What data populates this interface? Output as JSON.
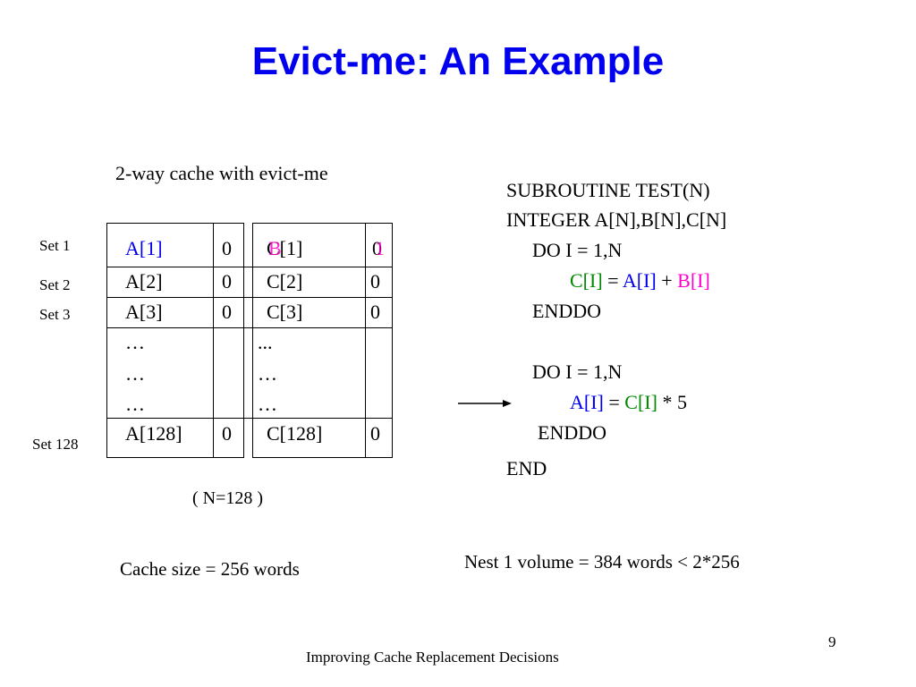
{
  "slide": {
    "title": "Evict-me: An Example",
    "page_number": "9",
    "footer": "Improving Cache Replacement Decisions"
  },
  "cache": {
    "caption": "2-way cache with evict-me",
    "set_labels": [
      "Set 1",
      "Set 2",
      "Set 3",
      "Set 128"
    ],
    "left_way": {
      "rows": [
        "A[1]",
        "A[2]",
        "A[3]",
        "…",
        "…",
        "…",
        "A[128]"
      ],
      "bits": [
        "0",
        "0",
        "0",
        "0"
      ]
    },
    "right_way": {
      "row1_old": "C[1]",
      "row1_new_letter": "B",
      "rows": [
        "C[2]",
        "C[3]",
        "...",
        "…",
        "…",
        "C[128]"
      ],
      "bit1_old": "0",
      "bit1_new": "1",
      "bits": [
        "0",
        "0",
        "0"
      ]
    },
    "n_note": "( N=128 )",
    "size_note": "Cache size = 256 words"
  },
  "code": {
    "line1": "SUBROUTINE TEST(N)",
    "line2": "INTEGER A[N],B[N],C[N]",
    "line3": "DO I = 1,N",
    "line4_c": "C[I]",
    "line4_eq": " = ",
    "line4_a": "A[I]",
    "line4_plus": " + ",
    "line4_b": "B[I]",
    "line5": "ENDDO",
    "line6": "DO I = 1,N",
    "line7_a": "A[I]",
    "line7_eq": " = ",
    "line7_c": "C[I]",
    "line7_rest": " * 5",
    "line8": "ENDDO",
    "line9": "END"
  },
  "volume_note": "Nest 1 volume = 384 words < 2*256"
}
